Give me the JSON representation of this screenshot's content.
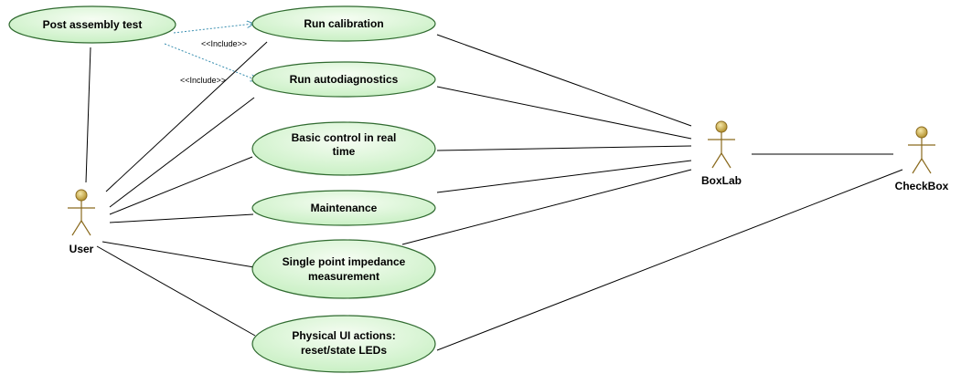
{
  "use_cases": {
    "post_assembly": {
      "lines": [
        "Post assembly test"
      ]
    },
    "run_calibration": {
      "lines": [
        "Run calibration"
      ]
    },
    "run_autodiagnostics": {
      "lines": [
        "Run autodiagnostics"
      ]
    },
    "basic_control": {
      "lines": [
        "Basic control in real",
        "time"
      ]
    },
    "maintenance": {
      "lines": [
        "Maintenance"
      ]
    },
    "single_point": {
      "lines": [
        "Single point impedance",
        "measurement"
      ]
    },
    "physical_ui": {
      "lines": [
        "Physical UI actions:",
        "reset/state LEDs"
      ]
    }
  },
  "actors": {
    "user": {
      "label": "User"
    },
    "boxlab": {
      "label": "BoxLab"
    },
    "checkbox": {
      "label": "CheckBox"
    }
  },
  "includes": [
    {
      "from": "post_assembly",
      "to": "run_calibration",
      "label": "<<Include>>"
    },
    {
      "from": "post_assembly",
      "to": "run_autodiagnostics",
      "label": "<<Include>>"
    }
  ],
  "colors": {
    "usecase_fill_light": "#f6fdf3",
    "usecase_fill_dark": "#c6efc1",
    "usecase_border": "#2f6a2f",
    "actor_head_light": "#f5e7a8",
    "actor_head_dark": "#b3912e",
    "actor_stroke": "#8a6a1e",
    "include_line": "#3a8fb0"
  }
}
